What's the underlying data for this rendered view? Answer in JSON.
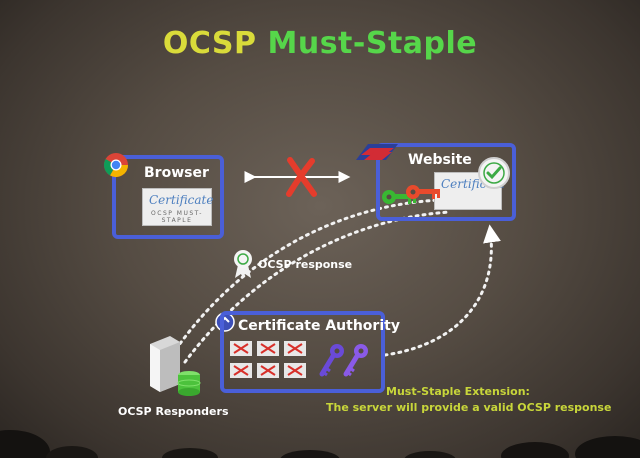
{
  "title": {
    "part1": "OCSP",
    "part2": "Must-Staple"
  },
  "browser": {
    "label": "Browser",
    "cert_label": "Certificate",
    "cert_footer": "OCSP MUST-STAPLE"
  },
  "website": {
    "label": "Website",
    "cert_label": "Certificate"
  },
  "ocsp_response": {
    "label": "OCSP response"
  },
  "ca": {
    "label": "Certificate Authority"
  },
  "responders": {
    "label": "OCSP Responders"
  },
  "extension": {
    "line1": "Must-Staple Extension:",
    "line2": "The server will provide a valid OCSP response"
  },
  "colors": {
    "title_ocsp": "#d9db3a",
    "title_must_staple": "#56d64a",
    "box_border": "#4a5fd8",
    "cross": "#e53c2c",
    "key_green": "#39b832",
    "key_red": "#e84a2c",
    "key_purple": "#6a4ad8",
    "extension_text": "#c8d63a",
    "badge_green": "#3caa45"
  },
  "icons": [
    "chrome-icon",
    "bank-logo-icon",
    "green-key-icon",
    "red-key-icon",
    "seal-check-icon",
    "ribbon-icon",
    "purple-key-icon",
    "server-icon",
    "database-icon",
    "cross-icon"
  ]
}
